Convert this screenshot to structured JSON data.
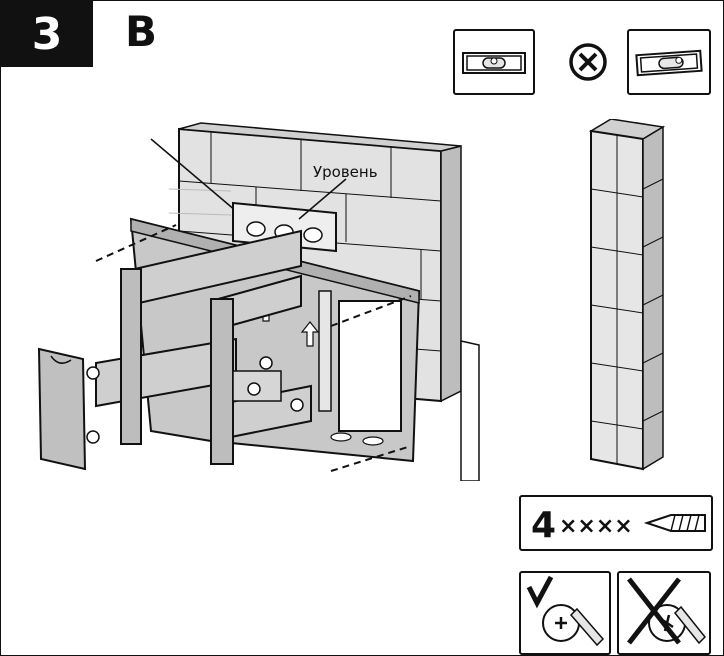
{
  "step": {
    "number": "3",
    "sub_letter": "B"
  },
  "level_label": "Уровень",
  "screw_indicator": {
    "count": "4",
    "marks": "××××"
  },
  "icons": {
    "level_ok": "bubble-level-centered-icon",
    "not_allowed": "circle-x-icon",
    "level_bad": "bubble-level-tilted-icon",
    "wall_column": "brick-column-icon",
    "screw_ok": "screw-check-icon",
    "screw_bad": "screw-cross-icon"
  },
  "colors": {
    "line": "#111111",
    "fill_gray": "#c8c8c8",
    "light_gray": "#e6e6e6",
    "mid_gray": "#a9a9a9"
  }
}
